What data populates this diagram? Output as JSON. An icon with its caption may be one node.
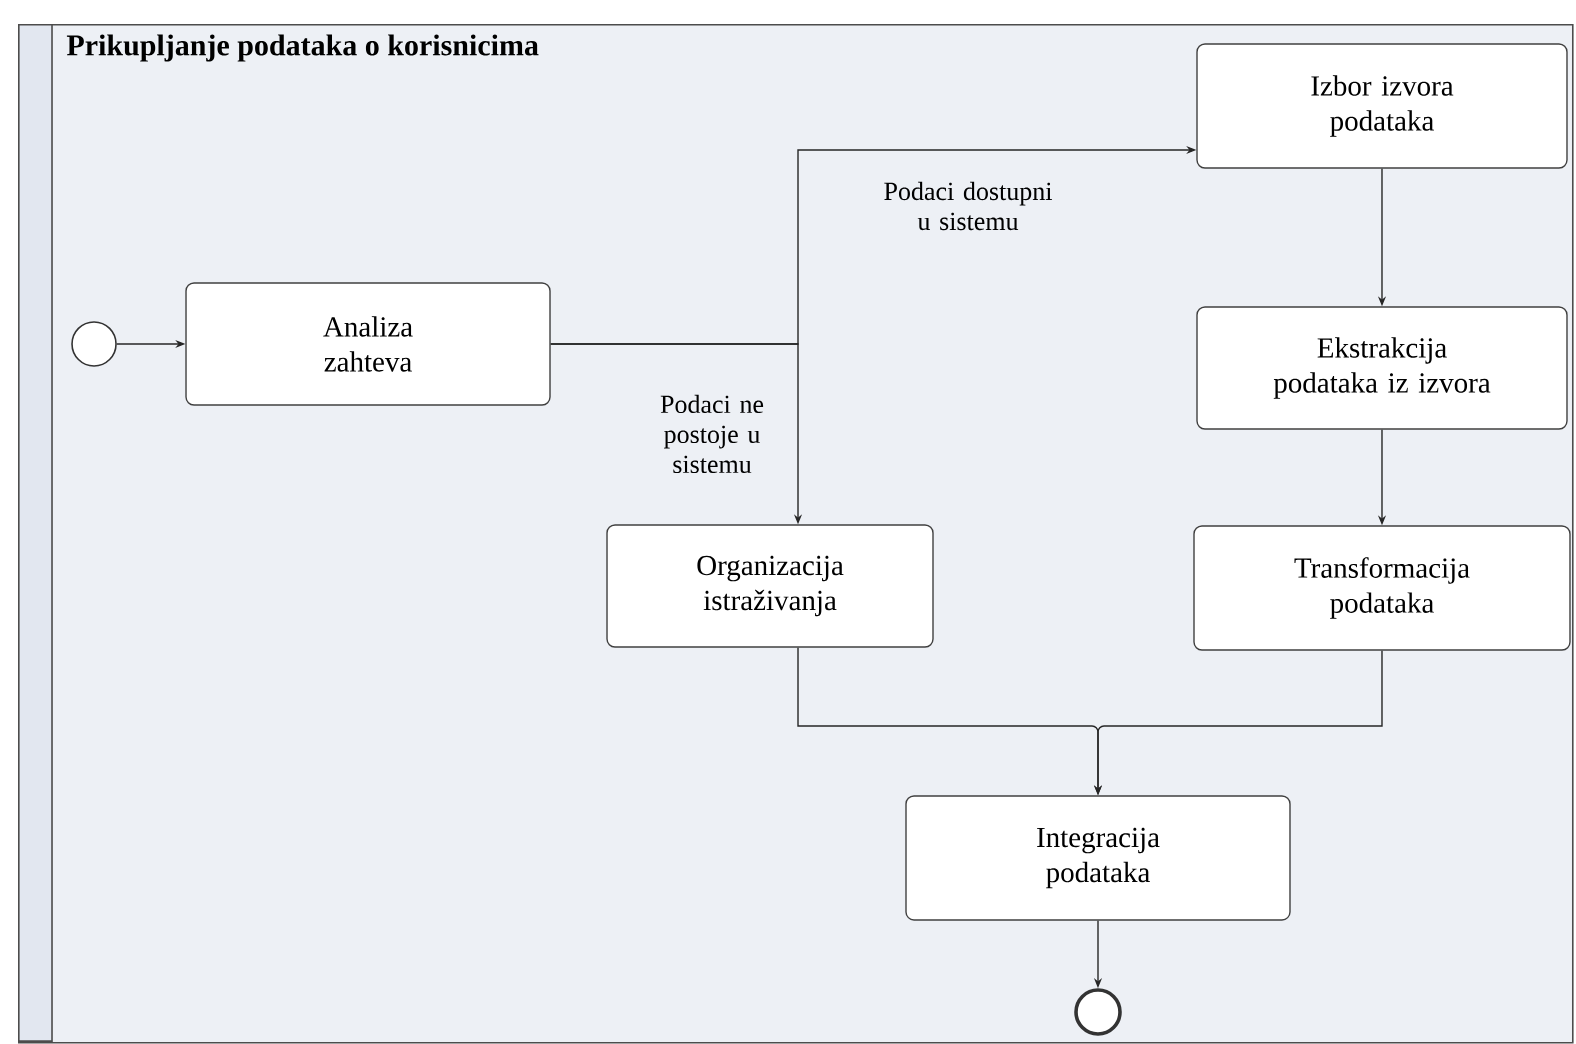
{
  "diagram": {
    "nodes": [
      {
        "text": [
          "Prikupljanje podataka o korisnicima"
        ]
      },
      {
        "text": [],
        "shape": "circle",
        "in": 0
      },
      {
        "text": [
          "Analiza zahteva"
        ],
        "in": 0
      },
      {
        "text": [
          "Izbor izvora podataka"
        ],
        "in": 0
      },
      {
        "text": [
          "Ekstrakcija podataka iz izvora"
        ],
        "in": 0
      },
      {
        "text": [
          "Organizacija istraživanja"
        ],
        "in": 0
      },
      {
        "text": [
          "Transformacija podataka"
        ],
        "in": 0
      },
      {
        "text": [
          "Integracija podataka"
        ],
        "in": 0
      },
      {
        "text": [],
        "shape": "circle",
        "in": 0
      }
    ],
    "edges": [
      {
        "from": 1,
        "to": 2,
        "arrow": "to"
      },
      {
        "from": 2,
        "to": 3,
        "arrow": "to",
        "label": "Podaci dostupni u sistemu"
      },
      {
        "from": 2,
        "to": 5,
        "arrow": "to",
        "label": "Podaci ne postoje u sistemu"
      },
      {
        "from": 3,
        "to": 4,
        "arrow": "to"
      },
      {
        "from": 4,
        "to": 6,
        "arrow": "to"
      },
      {
        "from": 5,
        "to": 7,
        "arrow": "to"
      },
      {
        "from": 6,
        "to": 7,
        "arrow": "to"
      },
      {
        "from": 7,
        "to": 8,
        "arrow": "to"
      }
    ]
  }
}
